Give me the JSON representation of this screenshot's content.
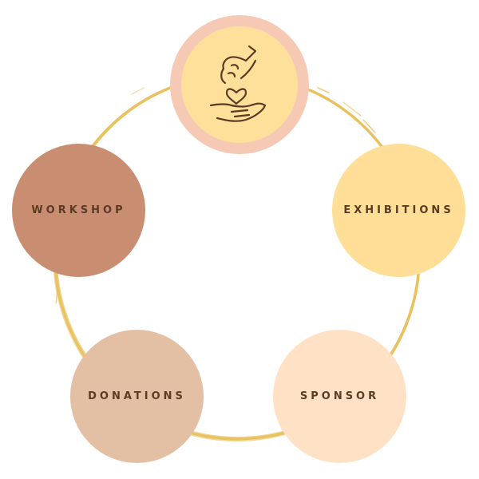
{
  "colors": {
    "ring": "#e8c05a",
    "center_outer": "#f6c9b5",
    "center_inner": "#ffe09a",
    "exhibitions": "#ffdf98",
    "workshop": "#c98e72",
    "donations": "#e3c0a4",
    "sponsor": "#ffe2c6",
    "label": "#5b3b22",
    "icon_stroke": "#5a3a22"
  },
  "center": {
    "icon": "hands-giving-heart-icon"
  },
  "nodes": [
    {
      "id": "exhibitions",
      "label": "EXHIBITIONS"
    },
    {
      "id": "sponsor",
      "label": "SPONSOR"
    },
    {
      "id": "donations",
      "label": "DONATIONS"
    },
    {
      "id": "workshop",
      "label": "WORKSHOP"
    }
  ]
}
